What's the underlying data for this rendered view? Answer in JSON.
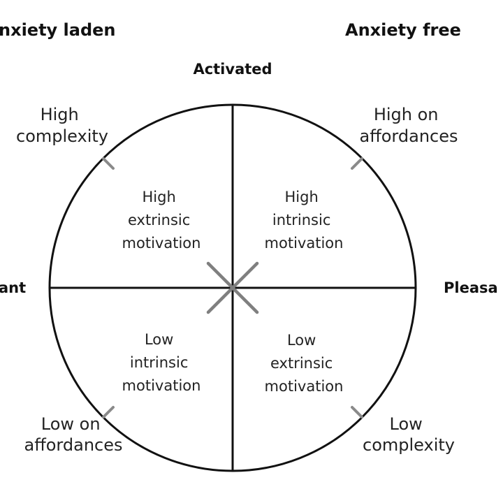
{
  "corners": {
    "top_left": "nxiety laden",
    "top_right": "Anxiety free"
  },
  "axes": {
    "top": "Activated",
    "left": "ant",
    "right": "Pleasa"
  },
  "quadrants": {
    "top_left": [
      "High",
      "extrinsic",
      "motivation"
    ],
    "top_right": [
      "High",
      "intrinsic",
      "motivation"
    ],
    "bottom_left": [
      "Low",
      "intrinsic",
      "motivation"
    ],
    "bottom_right": [
      "Low",
      "extrinsic",
      "motivation"
    ]
  },
  "outer_labels": {
    "top_left": [
      "High",
      "complexity"
    ],
    "top_right": [
      "High on",
      "affordances"
    ],
    "bottom_left": [
      "Low on",
      "affordances"
    ],
    "bottom_right": [
      "Low",
      "complexity"
    ]
  },
  "colors": {
    "line": "#111111",
    "tick": "#8a8a8a",
    "cross": "#7f7f7f",
    "text": "#222222"
  }
}
